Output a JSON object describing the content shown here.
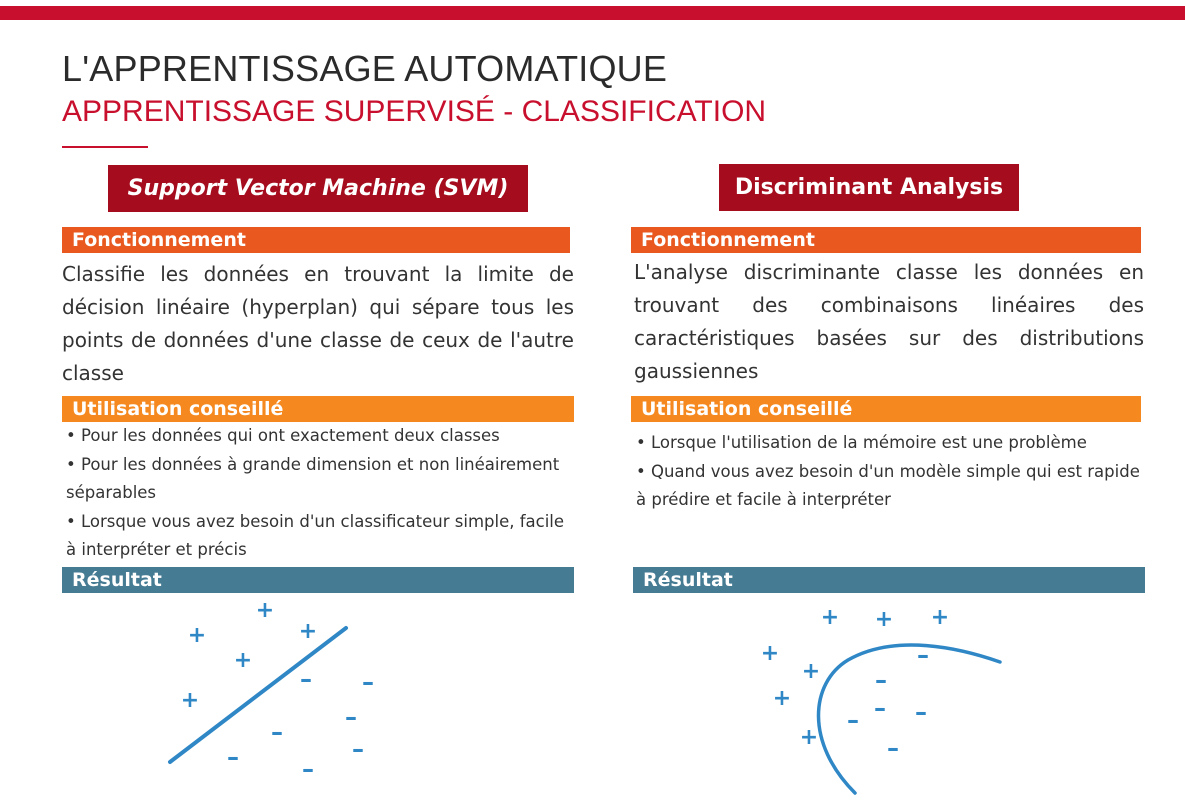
{
  "header": {
    "title": "L'APPRENTISSAGE AUTOMATIQUE",
    "subtitle": "APPRENTISSAGE SUPERVISÉ - CLASSIFICATION"
  },
  "colors": {
    "brand_red": "#c8102e",
    "dark_red": "#a50d1e",
    "orange": "#e8581f",
    "light_orange": "#f5891f",
    "steel_blue": "#457b93",
    "diagram_blue": "#2f87c6"
  },
  "columns": [
    {
      "method": "Support Vector Machine (SVM)",
      "fonctionnement_label": "Fonctionnement",
      "description": "Classifie les données en trouvant la limite de décision linéaire (hyperplan) qui sépare tous les points de données d'une classe de ceux de l'autre classe",
      "utilisation_label": "Utilisation conseillé",
      "bullets": [
        "• Pour les données qui ont exactement deux classes",
        "• Pour les données à grande dimension et non linéairement séparables",
        "• Lorsque vous avez besoin d'un classificateur simple, facile à interpréter et précis"
      ],
      "resultat_label": "Résultat",
      "diagram": {
        "boundary": "linear",
        "plus_symbol": "+",
        "minus_symbol": "–"
      }
    },
    {
      "method": "Discriminant Analysis",
      "fonctionnement_label": "Fonctionnement",
      "description": "L'analyse discriminante classe les données en trouvant des combinaisons linéaires des caractéristiques basées sur des distributions gaussiennes",
      "utilisation_label": "Utilisation conseillé",
      "bullets": [
        "• Lorsque l'utilisation de la mémoire est une problème",
        "• Quand vous avez besoin d'un modèle simple qui est rapide à prédire et facile à interpréter"
      ],
      "resultat_label": "Résultat",
      "diagram": {
        "boundary": "curved",
        "plus_symbol": "+",
        "minus_symbol": "–"
      }
    }
  ]
}
